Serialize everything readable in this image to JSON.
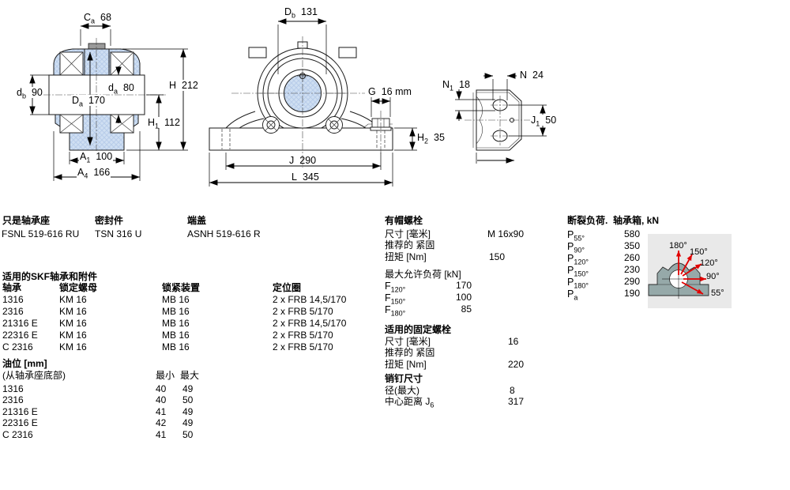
{
  "colors": {
    "hatch": "#cfdff2",
    "hatch_line": "#b9cde9",
    "diagram_bg": "#e9e9e9",
    "diagram_housing": "#96a9a9",
    "diagram_arrow": "#e10000"
  },
  "drawings": {
    "section_view": {
      "dims": {
        "Ca": {
          "sym": "C",
          "sub": "a",
          "val": "68"
        },
        "db": {
          "sym": "d",
          "sub": "b",
          "val": "90"
        },
        "Da": {
          "sym": "D",
          "sub": "a",
          "val": "170"
        },
        "da": {
          "sym": "d",
          "sub": "a",
          "val": "80"
        },
        "H": {
          "sym": "H",
          "sub": "",
          "val": "212"
        },
        "H1": {
          "sym": "H",
          "sub": "1",
          "val": "112"
        },
        "A1": {
          "sym": "A",
          "sub": "1",
          "val": "100"
        },
        "A4": {
          "sym": "A",
          "sub": "4",
          "val": "166"
        }
      }
    },
    "front_view": {
      "dims": {
        "Db": {
          "sym": "D",
          "sub": "b",
          "val": "131"
        },
        "G": {
          "sym": "G",
          "sub": "",
          "val": "16 mm"
        },
        "H2": {
          "sym": "H",
          "sub": "2",
          "val": "35"
        },
        "J": {
          "sym": "J",
          "sub": "",
          "val": "290"
        },
        "L": {
          "sym": "L",
          "sub": "",
          "val": "345"
        }
      }
    },
    "base_view": {
      "dims": {
        "N1": {
          "sym": "N",
          "sub": "1",
          "val": "18"
        },
        "N": {
          "sym": "N",
          "sub": "",
          "val": "24"
        },
        "J1": {
          "sym": "J",
          "sub": "1",
          "val": "50"
        }
      }
    }
  },
  "parts": {
    "housing": {
      "label": "只是轴承座",
      "value": "FSNL 519-616 RU"
    },
    "seal": {
      "label": "密封件",
      "value": "TSN 316 U"
    },
    "end_cover": {
      "label": "端盖",
      "value": "ASNH 519-616 R"
    }
  },
  "bearings": {
    "title": "适用的SKF轴承和附件",
    "col_bearing": "轴承",
    "col_locknut": "锁定螺母",
    "col_lockdev": "锁紧装置",
    "col_ring": "定位圈",
    "rows": [
      {
        "bearing": "1316",
        "locknut": "KM 16",
        "lockdev": "MB 16",
        "ring": "2 x FRB 14,5/170"
      },
      {
        "bearing": "2316",
        "locknut": "KM 16",
        "lockdev": "MB 16",
        "ring": "2 x FRB 5/170"
      },
      {
        "bearing": "21316 E",
        "locknut": "KM 16",
        "lockdev": "MB 16",
        "ring": "2 x FRB 14,5/170"
      },
      {
        "bearing": "22316 E",
        "locknut": "KM 16",
        "lockdev": "MB 16",
        "ring": "2 x FRB 5/170"
      },
      {
        "bearing": "C 2316",
        "locknut": "KM 16",
        "lockdev": "MB 16",
        "ring": "2 x FRB 5/170"
      }
    ]
  },
  "oil": {
    "title": "油位 [mm]",
    "subtitle": "(从轴承座底部)",
    "col_min": "最小",
    "col_max": "最大",
    "rows": [
      {
        "bearing": "1316",
        "min": "40",
        "max": "49"
      },
      {
        "bearing": "2316",
        "min": "40",
        "max": "50"
      },
      {
        "bearing": "21316 E",
        "min": "41",
        "max": "49"
      },
      {
        "bearing": "22316 E",
        "min": "42",
        "max": "49"
      },
      {
        "bearing": "C 2316",
        "min": "41",
        "max": "50"
      }
    ]
  },
  "cap_bolts": {
    "title": "有帽螺栓",
    "size_label": "尺寸 [毫米]",
    "size_value": "M 16x90",
    "tighten_label": "推荐的 紧固",
    "torque_label": "扭矩 [Nm]",
    "torque_value": "150",
    "max_load_title": "最大允许负荷 [kN]",
    "loads": [
      {
        "sym": "F",
        "sub": "120°",
        "val": "170"
      },
      {
        "sym": "F",
        "sub": "150°",
        "val": "100"
      },
      {
        "sym": "F",
        "sub": "180°",
        "val": "85"
      }
    ]
  },
  "fixing_bolts": {
    "title": "适用的固定螺栓",
    "size_label": "尺寸 [毫米]",
    "size_value": "16",
    "tighten_label": "推荐的 紧固",
    "torque_label": "扭矩 [Nm]",
    "torque_value": "220"
  },
  "pins": {
    "title": "销钉尺寸",
    "dia_label": "径(最大)",
    "dia_value": "8",
    "cc_label": "中心距离 J",
    "cc_sub": "6",
    "cc_value": "317"
  },
  "breaking": {
    "title": "断裂负荷.  轴承箱, kN",
    "rows": [
      {
        "sym": "P",
        "sub": "55°",
        "val": "580"
      },
      {
        "sym": "P",
        "sub": "90°",
        "val": "350"
      },
      {
        "sym": "P",
        "sub": "120°",
        "val": "260"
      },
      {
        "sym": "P",
        "sub": "150°",
        "val": "230"
      },
      {
        "sym": "P",
        "sub": "180°",
        "val": "290"
      },
      {
        "sym": "P",
        "sub": "a",
        "val": "190"
      }
    ],
    "diagram_labels": [
      "180°",
      "150°",
      "120°",
      "90°",
      "55°"
    ]
  }
}
